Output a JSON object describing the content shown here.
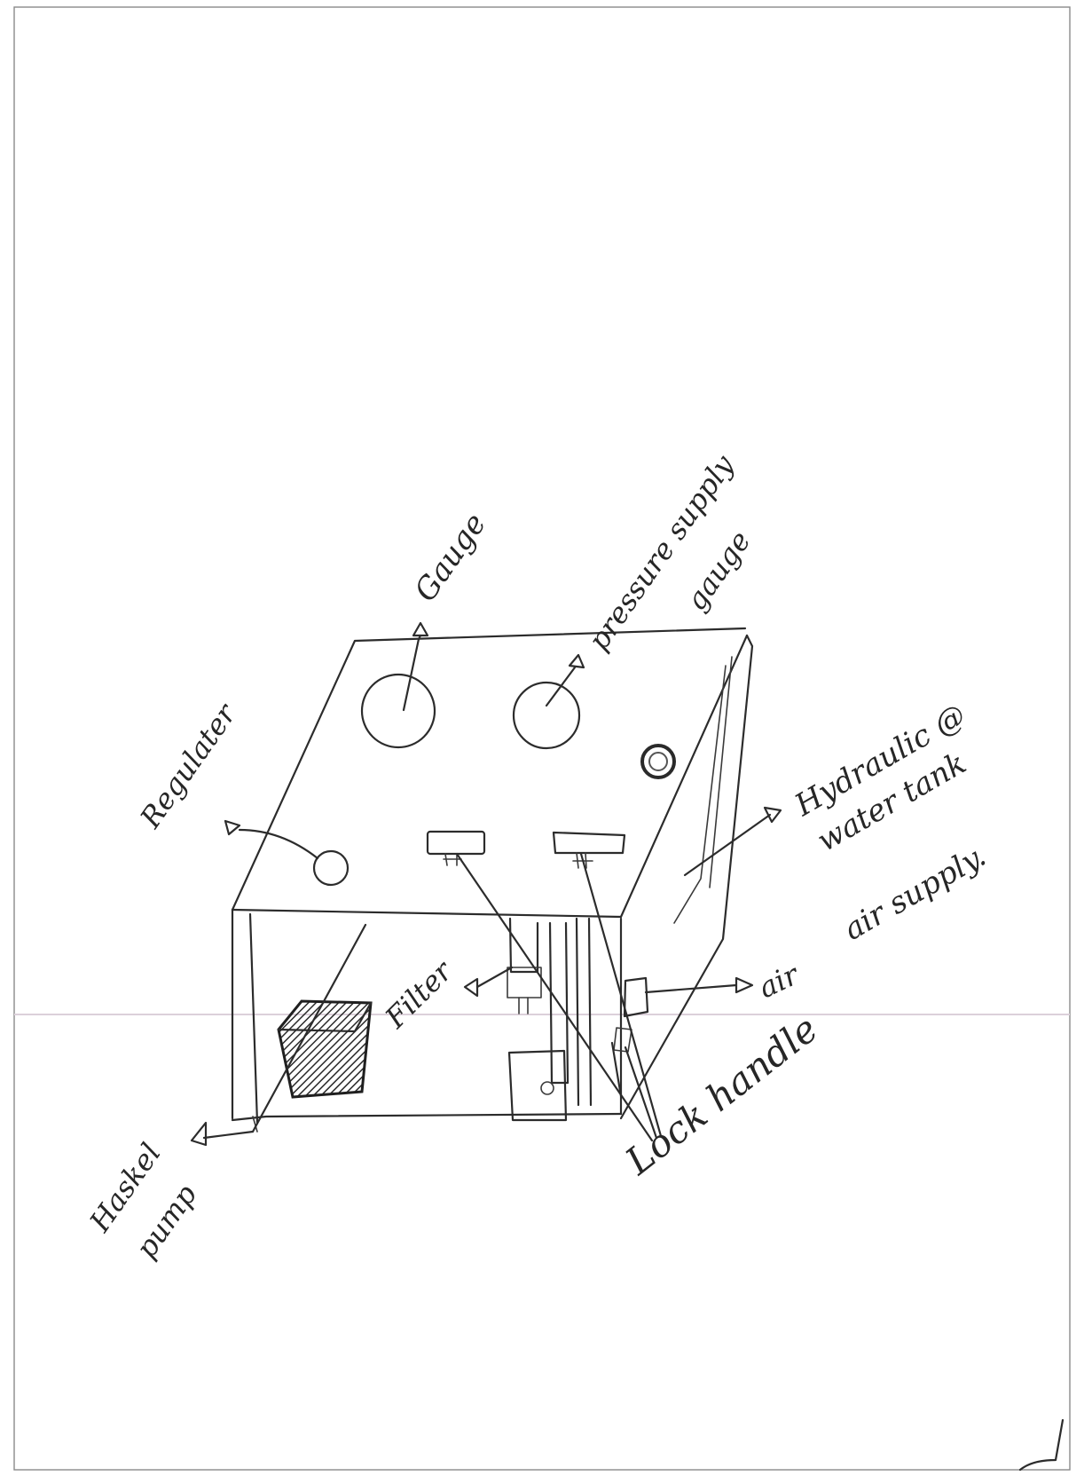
{
  "labels": {
    "gauge": "Gauge",
    "pressure_supply": "pressure supply",
    "pressure_gauge": "gauge",
    "regulator": "Regulater",
    "hydraulic": "Hydraulic @",
    "water_tank": "water tank",
    "air_supply_top": "air supply.",
    "air_label": "air",
    "filter": "Filter",
    "lock_handle": "Lock handle",
    "haskel": "Haskel",
    "pump": "pump"
  },
  "colors": {
    "ink": "#2c2c2c",
    "paper": "#ffffff",
    "fold_line": "#d8c8d4"
  }
}
